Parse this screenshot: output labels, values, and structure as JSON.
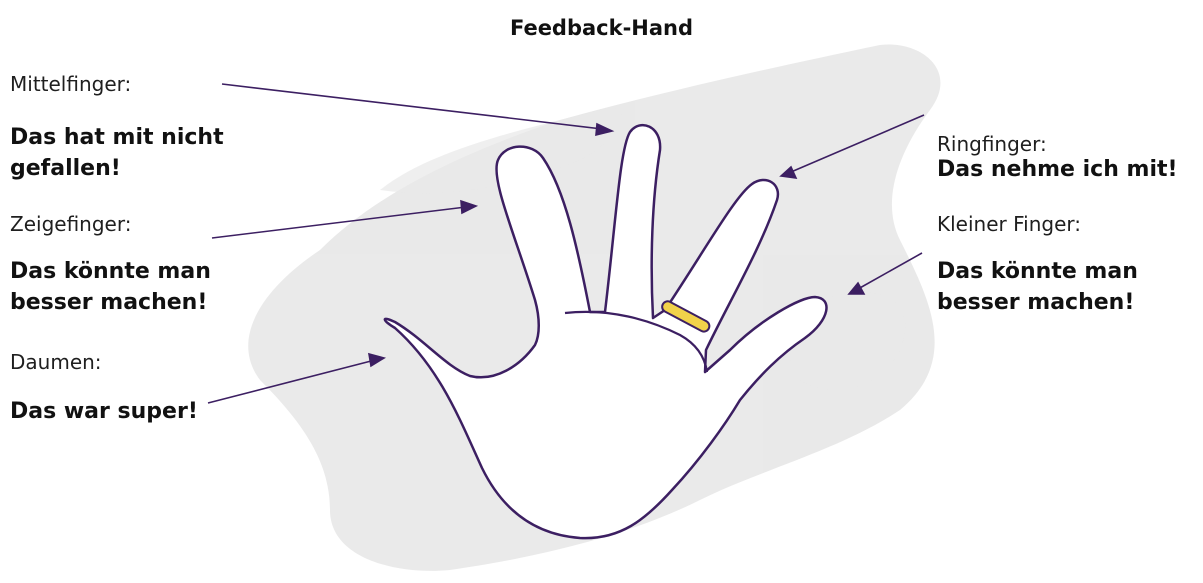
{
  "title": "Feedback-Hand",
  "colors": {
    "outline": "#3c1f62",
    "ring": "#f1d24a",
    "background_wash": "#e6e6e6",
    "text": "#111111"
  },
  "fingers": {
    "middle": {
      "label": "Mittelfinger:",
      "message_lines": [
        "Das hat mit nicht",
        "gefallen!"
      ]
    },
    "index": {
      "label": "Zeigefinger:",
      "message_lines": [
        "Das könnte man",
        "besser machen!"
      ]
    },
    "thumb": {
      "label": "Daumen:",
      "message_lines": [
        "Das war super!"
      ]
    },
    "ring": {
      "label": "Ringfinger:",
      "message_lines": [
        "Das nehme ich mit!"
      ]
    },
    "little": {
      "label": "Kleiner Finger:",
      "message_lines": [
        "Das könnte man",
        "besser machen!"
      ]
    }
  }
}
